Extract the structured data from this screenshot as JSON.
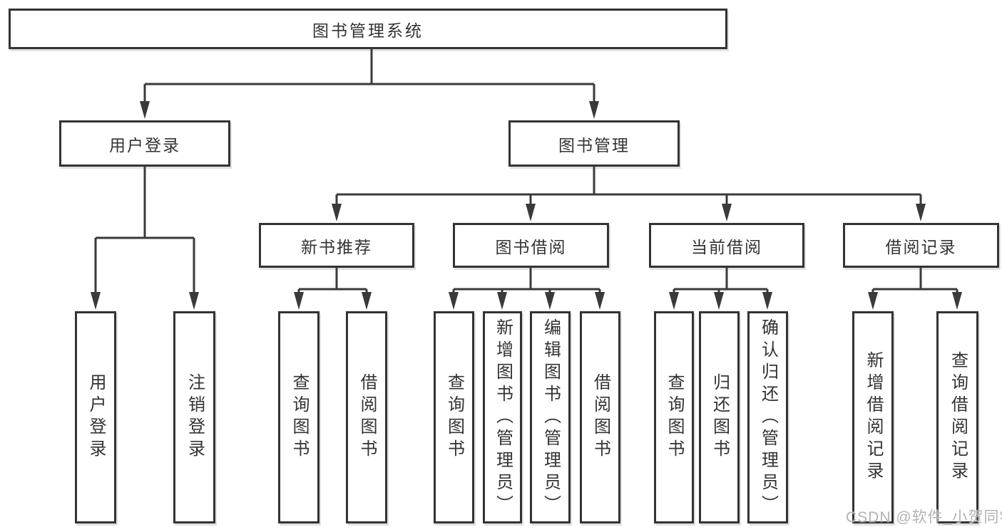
{
  "diagram": {
    "title": "图书管理系统",
    "colors": {
      "line": "#3a3a3a",
      "border": "#333333",
      "text": "#333333",
      "background": "#ffffff",
      "watermark": "#b3b3b3"
    },
    "nodes": {
      "root": {
        "label": "图书管理系统"
      },
      "user_login": {
        "label": "用户登录"
      },
      "book_mgmt": {
        "label": "图书管理"
      },
      "new_book_rec": {
        "label": "新书推荐"
      },
      "book_borrow": {
        "label": "图书借阅"
      },
      "current_borrow": {
        "label": "当前借阅"
      },
      "borrow_record": {
        "label": "借阅记录"
      },
      "leaf_user_login": {
        "label": "用户登录"
      },
      "leaf_logout": {
        "label": "注销登录"
      },
      "leaf_query_book_rec": {
        "label": "查询图书"
      },
      "leaf_borrow_book_rec": {
        "label": "借阅图书"
      },
      "leaf_query_book_borrow": {
        "label": "查询图书"
      },
      "leaf_add_book": {
        "label": "新增图书（管理员）"
      },
      "leaf_edit_book": {
        "label": "编辑图书（管理员）"
      },
      "leaf_borrow_book_borrow": {
        "label": "借阅图书"
      },
      "leaf_query_book_current": {
        "label": "查询图书"
      },
      "leaf_return_book": {
        "label": "归还图书"
      },
      "leaf_confirm_return": {
        "label": "确认归还（管理员）"
      },
      "leaf_add_record": {
        "label": "新增借阅记录"
      },
      "leaf_query_record": {
        "label": "查询借阅记录"
      }
    },
    "edges": [
      [
        "root",
        "user_login"
      ],
      [
        "root",
        "book_mgmt"
      ],
      [
        "user_login",
        "leaf_user_login"
      ],
      [
        "user_login",
        "leaf_logout"
      ],
      [
        "book_mgmt",
        "new_book_rec"
      ],
      [
        "book_mgmt",
        "book_borrow"
      ],
      [
        "book_mgmt",
        "current_borrow"
      ],
      [
        "book_mgmt",
        "borrow_record"
      ],
      [
        "new_book_rec",
        "leaf_query_book_rec"
      ],
      [
        "new_book_rec",
        "leaf_borrow_book_rec"
      ],
      [
        "book_borrow",
        "leaf_query_book_borrow"
      ],
      [
        "book_borrow",
        "leaf_add_book"
      ],
      [
        "book_borrow",
        "leaf_edit_book"
      ],
      [
        "book_borrow",
        "leaf_borrow_book_borrow"
      ],
      [
        "current_borrow",
        "leaf_query_book_current"
      ],
      [
        "current_borrow",
        "leaf_return_book"
      ],
      [
        "current_borrow",
        "leaf_confirm_return"
      ],
      [
        "borrow_record",
        "leaf_add_record"
      ],
      [
        "borrow_record",
        "leaf_query_record"
      ]
    ]
  },
  "watermark": {
    "text": "CSDN @软件_小贺同学"
  }
}
